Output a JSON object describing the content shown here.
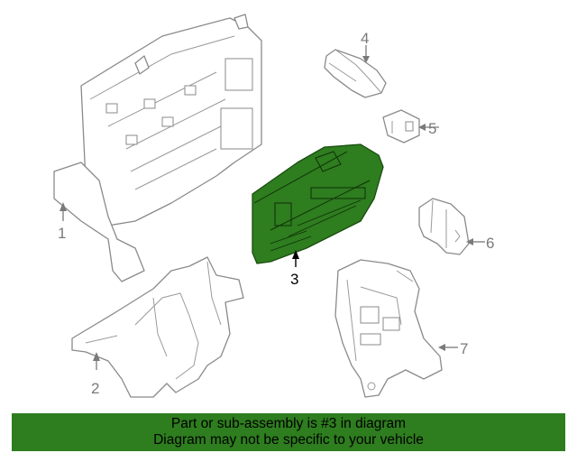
{
  "diagram": {
    "callouts": [
      "1",
      "2",
      "3",
      "4",
      "5",
      "6",
      "7"
    ],
    "highlighted_part": "3",
    "highlight_color": "#2e7d1f"
  },
  "banner": {
    "line1": "Part or sub-assembly is #3 in diagram",
    "line2": "Diagram may not be specific to your vehicle",
    "background": "#2e7d1f"
  }
}
